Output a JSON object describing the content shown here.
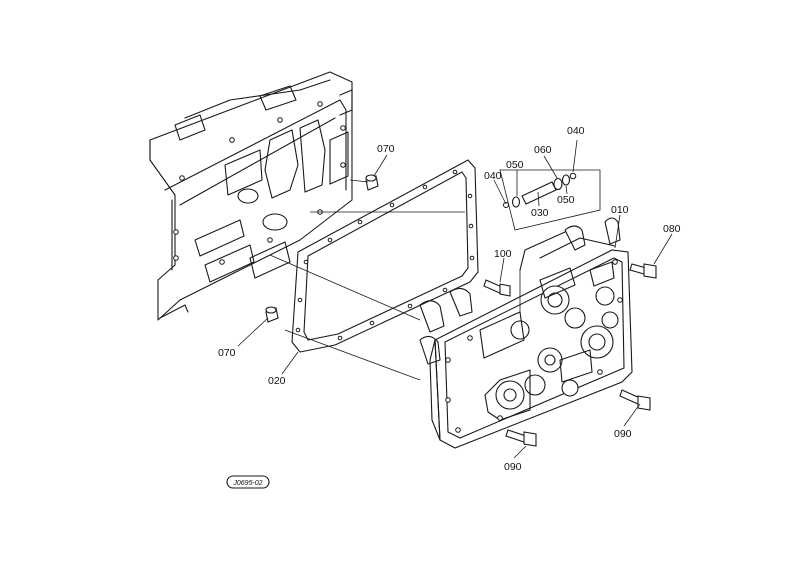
{
  "labels": {
    "p010": "010",
    "p020": "020",
    "p030": "030",
    "p040a": "040",
    "p040b": "040",
    "p050a": "050",
    "p050b": "050",
    "p060": "060",
    "p070a": "070",
    "p070b": "070",
    "p080": "080",
    "p090a": "090",
    "p090b": "090",
    "p100": "100"
  },
  "stamp": "J0695-02"
}
